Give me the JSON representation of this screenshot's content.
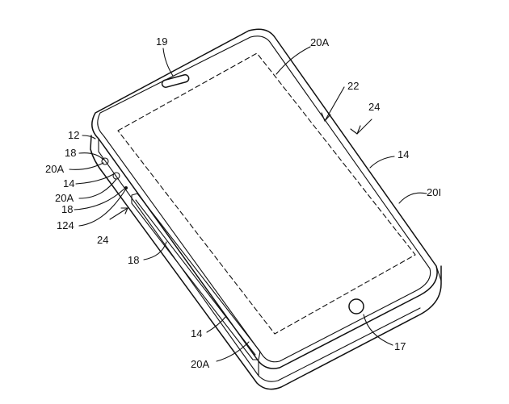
{
  "figure": {
    "labels": {
      "speaker": "19",
      "display_top": "20A",
      "arrow_22": "22",
      "arrow_24_top": "24",
      "housing_right": "14",
      "edge_20i": "20I",
      "housing_edge_12": "12",
      "port_18_upper": "18",
      "face_20a_1": "20A",
      "housing_14_left": "14",
      "face_20a_2": "20A",
      "port_18_lower": "18",
      "part_124": "124",
      "arrow_24_left": "24",
      "side_slot_18": "18",
      "housing_14_bottom": "14",
      "face_20a_bottom": "20A",
      "home_button_17": "17"
    }
  }
}
